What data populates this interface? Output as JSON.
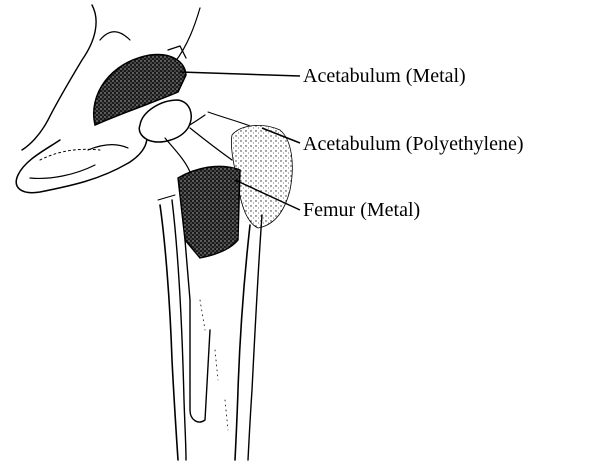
{
  "diagram": {
    "labels": [
      {
        "id": "acetabulum-metal",
        "text": "Acetabulum (Metal)"
      },
      {
        "id": "acetabulum-polyethylene",
        "text": "Acetabulum (Polyethylene)"
      },
      {
        "id": "femur-metal",
        "text": "Femur (Metal)"
      }
    ]
  },
  "colors": {
    "ink": "#000000",
    "background": "#ffffff"
  }
}
